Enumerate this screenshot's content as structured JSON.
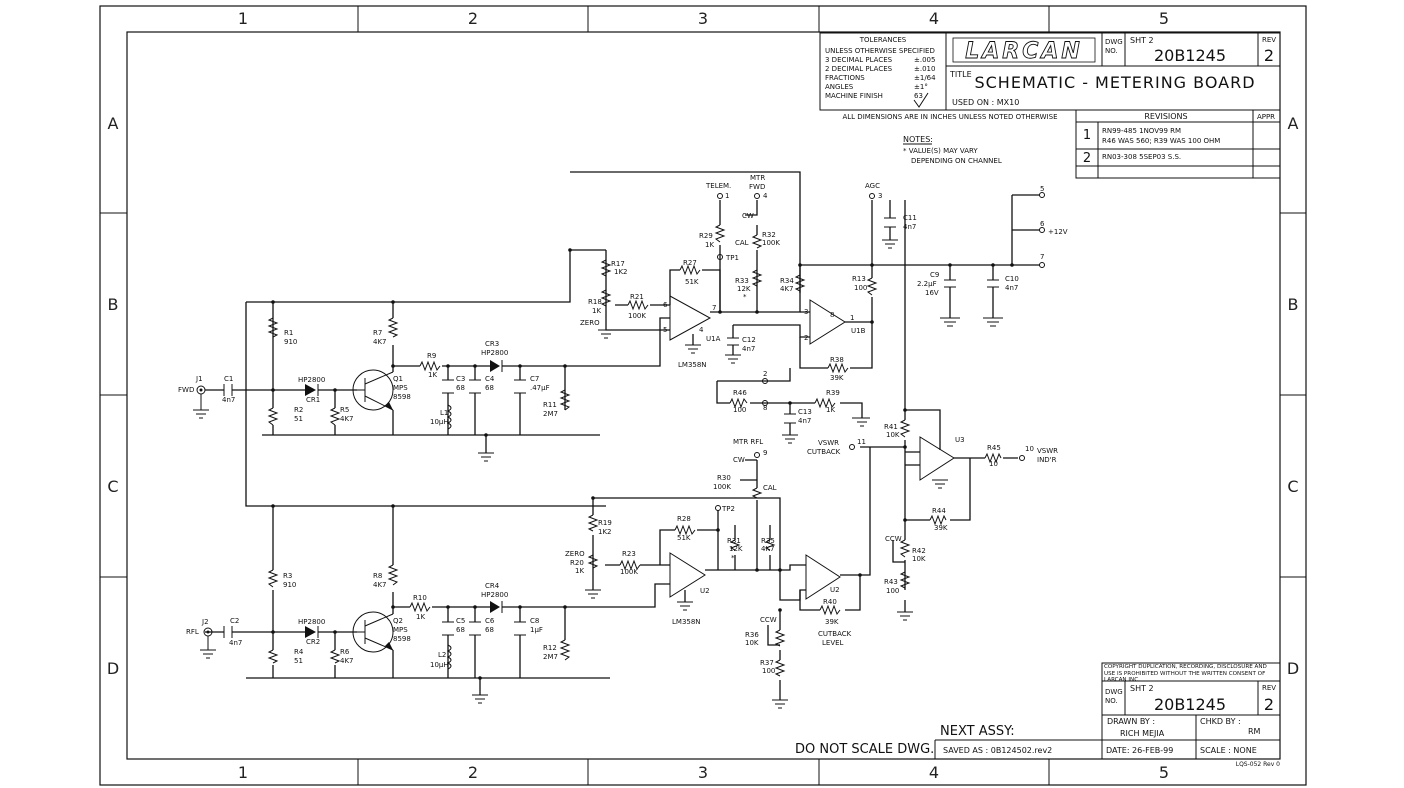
{
  "grid": {
    "columns": [
      "1",
      "2",
      "3",
      "4",
      "5"
    ],
    "rows": [
      "A",
      "B",
      "C",
      "D"
    ]
  },
  "title_block": {
    "tolerances": {
      "heading": "TOLERANCES",
      "lines": [
        {
          "label": "UNLESS OTHERWISE SPECIFIED",
          "value": ""
        },
        {
          "label": "3 DECIMAL PLACES",
          "value": "±.005"
        },
        {
          "label": "2 DECIMAL PLACES",
          "value": "±.010"
        },
        {
          "label": "FRACTIONS",
          "value": "±1/64"
        },
        {
          "label": "ANGLES",
          "value": "±1°"
        },
        {
          "label": "MACHINE FINISH",
          "value": "63"
        }
      ]
    },
    "logo_text": "LARCAN",
    "dwg_label": "DWG NO.",
    "sheet": "SHT 2",
    "dwg_no": "20B1245",
    "rev_label": "REV",
    "rev": "2",
    "title_label": "TITLE",
    "title": "SCHEMATIC - METERING BOARD",
    "used_on": "USED ON : MX10",
    "dimensions_note": "ALL DIMENSIONS ARE IN INCHES UNLESS NOTED OTHERWISE",
    "revisions_heading": "REVISIONS",
    "appr_heading": "APPR",
    "revisions": [
      {
        "num": "1",
        "text1": "RN99-485      1NOV99     RM",
        "text2": "R46 WAS 560; R39 WAS 100 OHM"
      },
      {
        "num": "2",
        "text1": "RN03-308      5SEP03     S.S.",
        "text2": ""
      }
    ]
  },
  "notes": {
    "heading": "NOTES:",
    "line1": "* VALUE(S) MAY VARY",
    "line2": "DEPENDING ON CHANNEL"
  },
  "bottom_block": {
    "copyright": "COPYRIGHT DUPLICATION, RECORDING, DISCLOSURE AND USE IS PROHIBITED WITHOUT THE WRITTEN CONSENT OF LARCAN INC.",
    "dwg_label": "DWG NO.",
    "sheet": "SHT 2",
    "dwg_no": "20B1245",
    "rev_label": "REV",
    "rev": "2",
    "drawn_by_label": "DRAWN BY :",
    "drawn_by": "RICH MEJIA",
    "chkd_by_label": "CHKD BY :",
    "chkd_by": "RM",
    "date": "DATE: 26-FEB-99",
    "scale": "SCALE : NONE",
    "next_assy": "NEXT ASSY:",
    "saved_as": "SAVED AS : 0B124502.rev2",
    "do_not_scale": "DO NOT SCALE DWG.",
    "form_no": "LQS-052 Rev 0"
  },
  "components": {
    "J1": "J1",
    "FWD": "FWD",
    "C1": "C1",
    "C1v": "4n7",
    "R1": "R1",
    "R1v": "910",
    "R2": "R2",
    "R2v": "51",
    "CR1": "CR1",
    "HP1": "HP2800",
    "R5": "R5",
    "R5v": "4K7",
    "Q1": "Q1",
    "Q1a": "MPS",
    "Q1b": "8598",
    "R7": "R7",
    "R7v": "4K7",
    "R9": "R9",
    "R9v": "1K",
    "C3": "C3",
    "C3v": "68",
    "L1": "L1",
    "L1v": "10μH",
    "CR3": "CR3",
    "HP3": "HP2800",
    "C4": "C4",
    "C4v": "68",
    "C7": "C7",
    "C7v": ".47μF",
    "R11": "R11",
    "R11v": "2M7",
    "R17": "R17",
    "R17v": "1K2",
    "R18": "R18",
    "R18v": "1K",
    "ZERO1": "ZERO",
    "R21": "R21",
    "R21v": "100K",
    "R27": "R27",
    "R27v": "51K",
    "U1A": "U1A",
    "LM1": "LM358N",
    "pin6": "6",
    "pin5": "5",
    "pin7": "7",
    "pin4": "4",
    "C12": "C12",
    "C12v": "4n7",
    "TELEM": "TELEM.",
    "t1": "1",
    "R29": "R29",
    "R29v": "1K",
    "TP1": "TP1",
    "MTRFWD1": "MTR",
    "MTRFWD2": "FWD",
    "t4": "4",
    "CW1": "CW",
    "CAL1": "CAL",
    "R32": "R32",
    "R32v": "100K",
    "R33": "R33",
    "R33v": "12K",
    "R34": "R34",
    "R34v": "4K7",
    "U1B": "U1B",
    "p3": "3",
    "p2": "2",
    "p8": "8",
    "p1": "1",
    "R38": "R38",
    "R38v": "39K",
    "R46": "R46",
    "R46v": "100",
    "R39": "R39",
    "R39v": "1K",
    "C13": "C13",
    "C13v": "4n7",
    "n2": "2",
    "n8": "8",
    "AGC": "AGC",
    "t3": "3",
    "C11": "C11",
    "C11v": "4n7",
    "R13": "R13",
    "R13v": "100",
    "C9": "C9",
    "C9v": "2.2μF",
    "C9w": "16V",
    "C10": "C10",
    "C10v": "4n7",
    "t5": "5",
    "t6": "6",
    "t7": "7",
    "V12": "+12V",
    "J2": "J2",
    "RFL": "RFL",
    "C2": "C2",
    "C2v": "4n7",
    "R3": "R3",
    "R3v": "910",
    "R4": "R4",
    "R4v": "51",
    "CR2": "CR2",
    "HP2": "HP2800",
    "R6": "R6",
    "R6v": "4K7",
    "Q2": "Q2",
    "Q2a": "MPS",
    "Q2b": "8598",
    "R8": "R8",
    "R8v": "4K7",
    "R10": "R10",
    "R10v": "1K",
    "C5": "C5",
    "C5v": "68",
    "L2": "L2",
    "L2v": "10μH",
    "CR4": "CR4",
    "HP4": "HP2800",
    "C6": "C6",
    "C6v": "68",
    "C8": "C8",
    "C8v": "1μF",
    "R12": "R12",
    "R12v": "2M7",
    "R19": "R19",
    "R19v": "1K2",
    "R20": "R20",
    "R20v": "1K",
    "ZERO2": "ZERO",
    "R23": "R23",
    "R23v": "100K",
    "R28": "R28",
    "R28v": "51K",
    "TP2": "TP2",
    "U2a": "U2",
    "LM2": "LM358N",
    "MTRRFL": "MTR  RFL",
    "t9": "9",
    "CW2": "CW",
    "CAL2": "CAL",
    "R30": "R30",
    "R30v": "100K",
    "R31": "R31",
    "R31v": "12K",
    "R35": "R35",
    "R35v": "4K7",
    "U2b": "U2",
    "R40": "R40",
    "R40v": "39K",
    "CB1": "CUTBACK",
    "CB2": "LEVEL",
    "CCW1": "CCW",
    "R36": "R36",
    "R36v": "10K",
    "R37": "R37",
    "R37v": "100",
    "VSWRCB1": "VSWR",
    "VSWRCB2": "CUTBACK",
    "t11": "11",
    "R41": "R41",
    "R41v": "10K",
    "U3": "U3",
    "R45": "R45",
    "R45v": "10",
    "t10": "10",
    "VSWR1": "VSWR",
    "VSWR2": "IND'R",
    "R44": "R44",
    "R44v": "39K",
    "CCW2": "CCW",
    "R42": "R42",
    "R42v": "10K",
    "R43": "R43",
    "R43v": "100",
    "star": "*"
  }
}
